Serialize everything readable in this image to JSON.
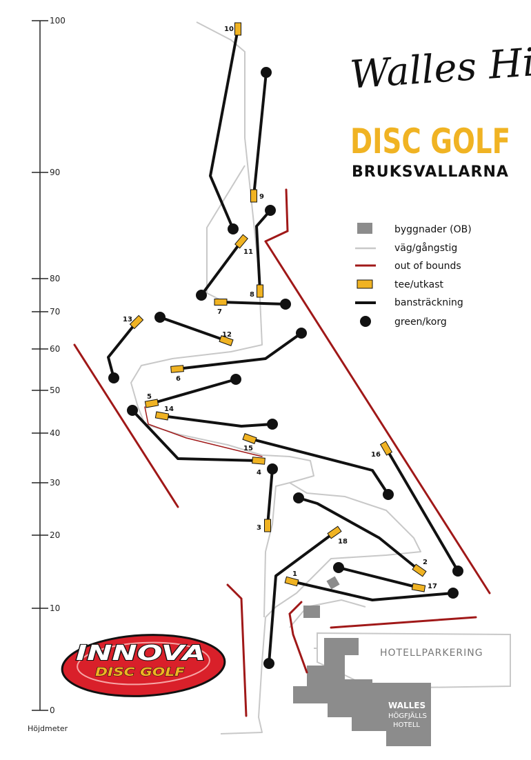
{
  "title": {
    "script": "Walles Hill",
    "main": "DISC GOLF",
    "sub": "BRUKSVALLARNA"
  },
  "elevation_axis": {
    "title": "Höjdmeter",
    "ticks": [
      "0",
      "10",
      "20",
      "30",
      "40",
      "50",
      "60",
      "70",
      "80",
      "90",
      "100"
    ]
  },
  "legend": [
    {
      "label": "byggnader (OB)",
      "symbol": "building",
      "color": "#8c8c8c"
    },
    {
      "label": "väg/gångstig",
      "symbol": "path",
      "color": "#c8c8c8"
    },
    {
      "label": "out of bounds",
      "symbol": "ob-line",
      "color": "#a01818"
    },
    {
      "label": "tee/utkast",
      "symbol": "tee",
      "color": "#f0b323"
    },
    {
      "label": "bansträckning",
      "symbol": "fairway",
      "color": "#111111"
    },
    {
      "label": "green/korg",
      "symbol": "basket",
      "color": "#111111"
    }
  ],
  "holes": [
    "1",
    "2",
    "3",
    "4",
    "5",
    "6",
    "7",
    "8",
    "9",
    "10",
    "11",
    "12",
    "13",
    "14",
    "15",
    "16",
    "17",
    "18"
  ],
  "labels": {
    "parking": "HOTELLPARKERING",
    "hotel_name": "WALLES",
    "hotel_line2": "HÖGFJÄLLS",
    "hotel_line3": "HOTELL"
  },
  "sponsor": {
    "name": "INNOVA",
    "tagline": "DISC GOLF"
  },
  "colors": {
    "tee": "#f0b323",
    "fairway": "#111111",
    "out_of_bounds": "#a01818",
    "path": "#c8c8c8",
    "building": "#8c8c8c"
  }
}
